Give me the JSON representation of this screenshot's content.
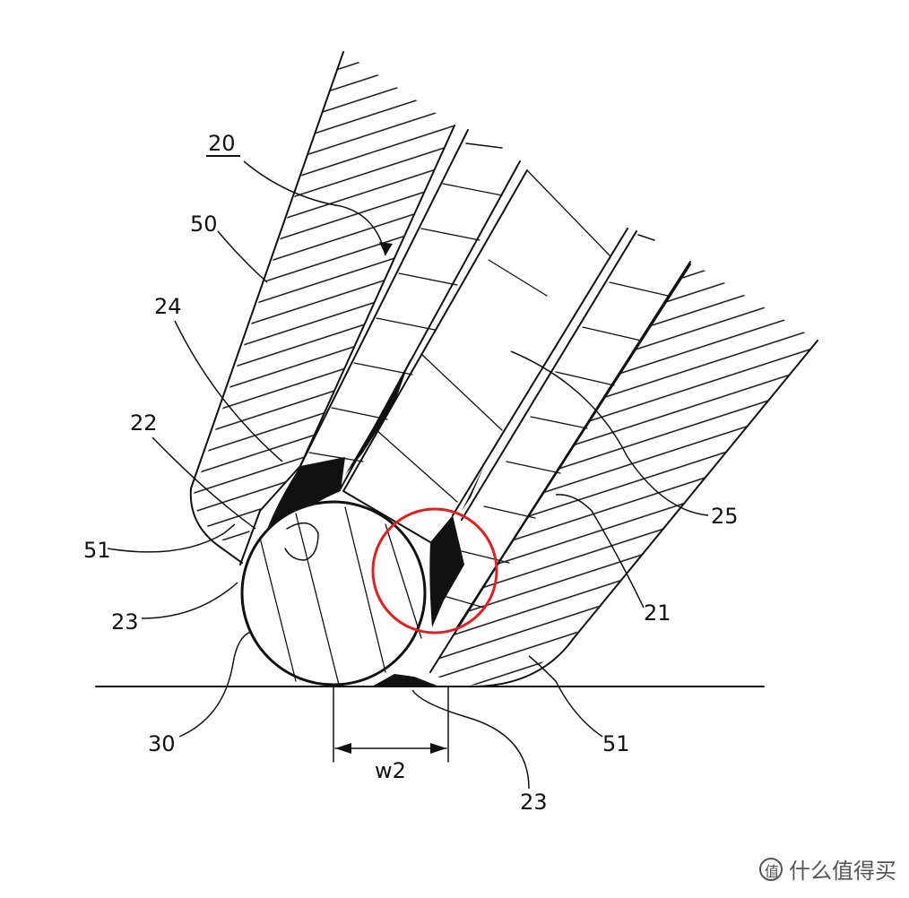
{
  "labels": {
    "assembly": "20",
    "housing": "50",
    "part24": "24",
    "part22": "22",
    "part51_left": "51",
    "part23_left": "23",
    "part30": "30",
    "dimension": "w2",
    "part23_bottom": "23",
    "part51_right": "51",
    "part21": "21",
    "part25": "25"
  },
  "watermark": {
    "text": "什么值得买",
    "icon": "value-sign-icon"
  },
  "colors": {
    "ink": "#111111",
    "highlight": "#e02020",
    "background": "#ffffff"
  }
}
